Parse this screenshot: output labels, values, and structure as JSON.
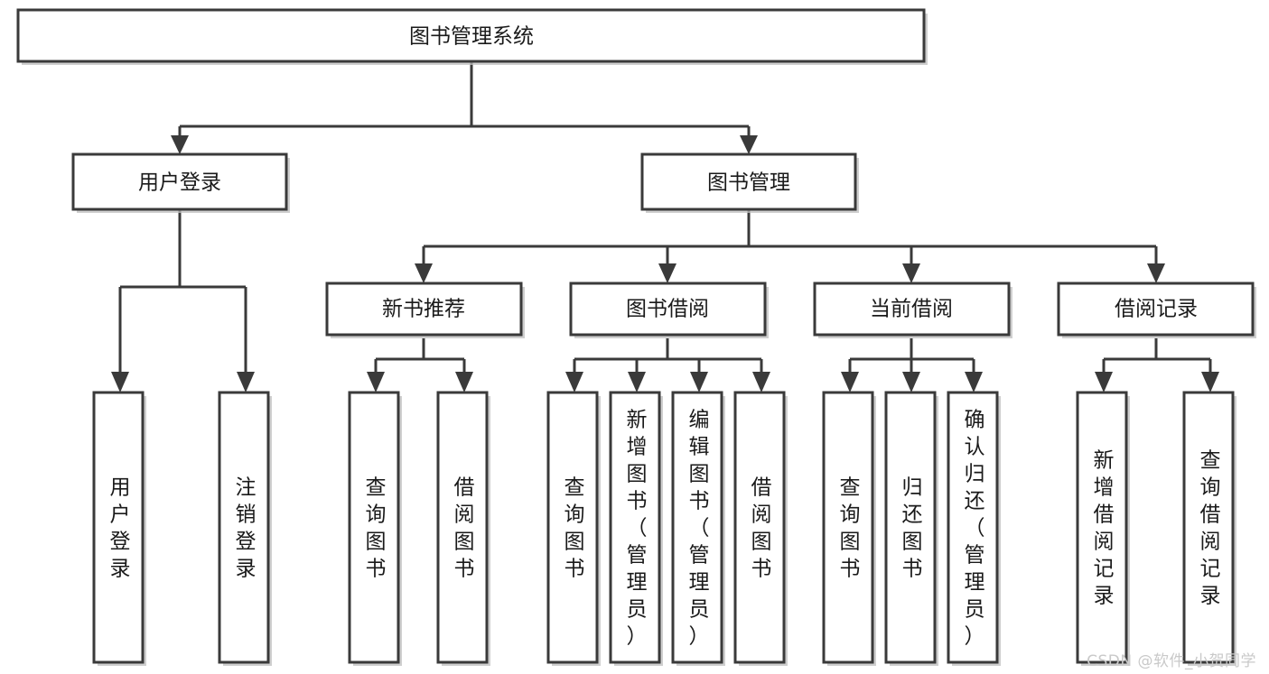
{
  "diagram": {
    "type": "tree",
    "title": "图书管理系统",
    "watermark": "CSDN @软件_小贺同学",
    "colors": {
      "stroke": "#3a3a3a",
      "fill": "#ffffff",
      "text": "#1a1a1a",
      "watermark": "#c9c9c9",
      "shadow": "#bfbfbf"
    },
    "levels": {
      "root": "图书管理系统",
      "level2": [
        "用户登录",
        "图书管理"
      ],
      "level3": [
        "新书推荐",
        "图书借阅",
        "当前借阅",
        "借阅记录"
      ]
    },
    "nodes": {
      "root": {
        "label": "图书管理系统"
      },
      "l2": [
        {
          "label": "用户登录"
        },
        {
          "label": "图书管理"
        }
      ],
      "l3": [
        {
          "label": "新书推荐"
        },
        {
          "label": "图书借阅"
        },
        {
          "label": "当前借阅"
        },
        {
          "label": "借阅记录"
        }
      ],
      "leaves": {
        "user_login": [
          {
            "label": "用户登录"
          },
          {
            "label": "注销登录"
          }
        ],
        "new_book": [
          {
            "label": "查询图书"
          },
          {
            "label": "借阅图书"
          }
        ],
        "book_borrow": [
          {
            "label": "查询图书"
          },
          {
            "label": "新增图书（管理员）"
          },
          {
            "label": "编辑图书（管理员）"
          },
          {
            "label": "借阅图书"
          }
        ],
        "current_borrow": [
          {
            "label": "查询图书"
          },
          {
            "label": "归还图书"
          },
          {
            "label": "确认归还（管理员）"
          }
        ],
        "borrow_record": [
          {
            "label": "新增借阅记录"
          },
          {
            "label": "查询借阅记录"
          }
        ]
      }
    }
  }
}
